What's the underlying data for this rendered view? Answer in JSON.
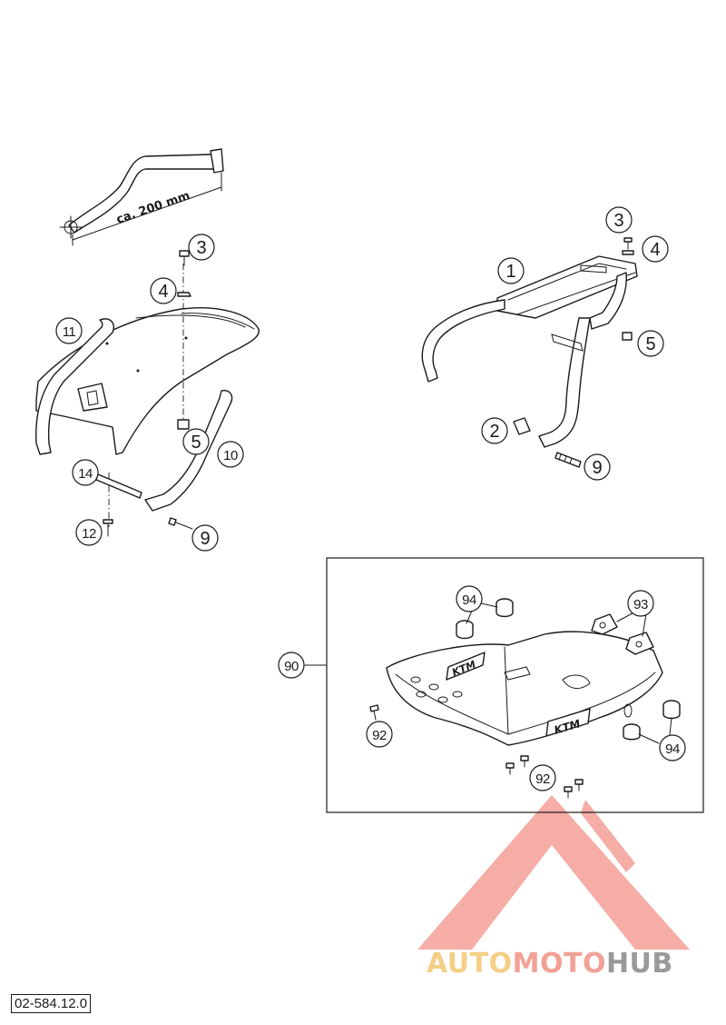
{
  "dimension_label": "ca. 200 mm",
  "callouts": {
    "left_3": "3",
    "left_4": "4",
    "left_5": "5",
    "left_9": "9",
    "left_10": "10",
    "left_11": "11",
    "left_12": "12",
    "left_14": "14",
    "right_1": "1",
    "right_2": "2",
    "right_3": "3",
    "right_4": "4",
    "right_5": "5",
    "right_9": "9",
    "kit_90": "90",
    "kit_92_a": "92",
    "kit_92_b": "92",
    "kit_93": "93",
    "kit_94_a": "94",
    "kit_94_b": "94"
  },
  "brand_plate_a": "KTM",
  "brand_plate_b": "KTM",
  "watermark": {
    "part1": "AUTO",
    "part2": "MOTO",
    "part3": "HUB"
  },
  "colors": {
    "watermark_red": "#ee6b5e",
    "watermark_yellow": "#f4cf86",
    "watermark_gray": "#9a9a9a"
  },
  "figure_ref": "02-584.12.0"
}
